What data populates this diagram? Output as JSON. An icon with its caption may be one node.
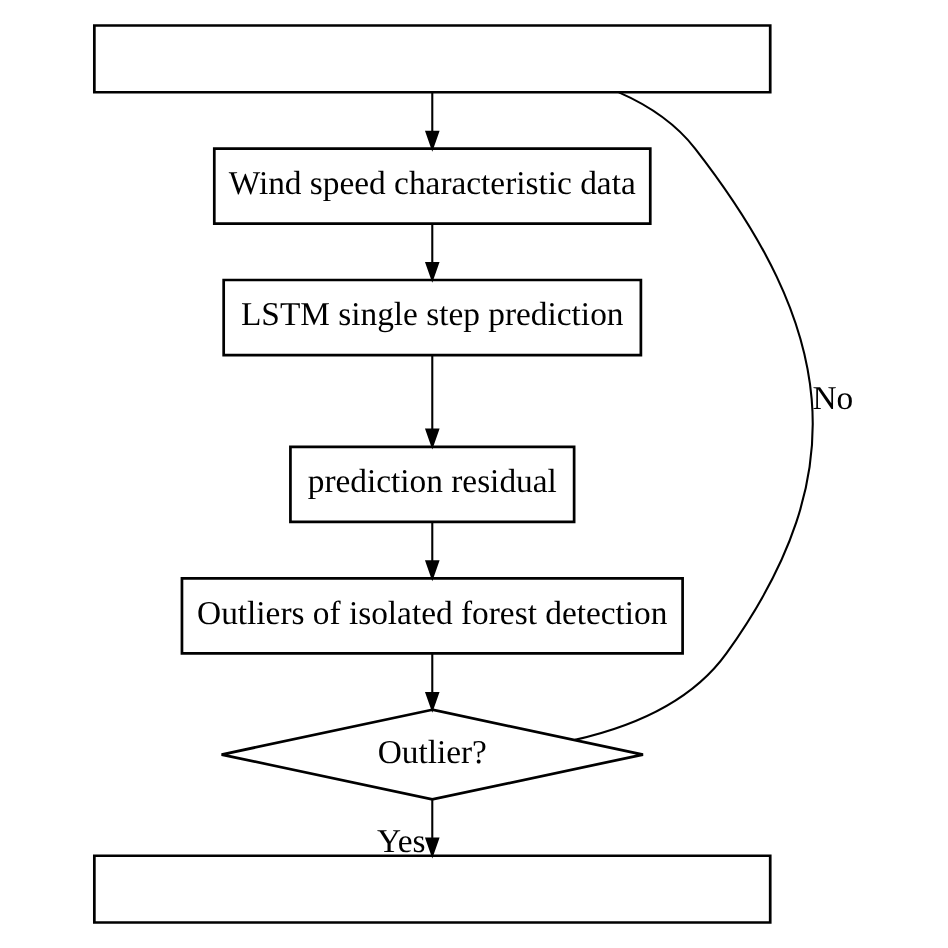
{
  "diagram": {
    "nodes": [
      {
        "text": [],
        "shape": "box"
      },
      {
        "text": [
          "Wind speed characteristic data"
        ]
      },
      {
        "text": [
          "LSTM single step prediction"
        ]
      },
      {
        "text": [
          "prediction residual"
        ]
      },
      {
        "text": [
          "Outliers of isolated forest detection"
        ]
      },
      {
        "text": [
          "Outlier?"
        ]
      },
      {
        "text": [],
        "shape": "box"
      }
    ],
    "edges": [
      {
        "from": 0,
        "to": 1,
        "arrow": "to"
      },
      {
        "from": 1,
        "to": 2,
        "arrow": "to"
      },
      {
        "from": 2,
        "to": 3,
        "arrow": "to"
      },
      {
        "from": 3,
        "to": 4,
        "arrow": "to"
      },
      {
        "from": 4,
        "to": 5,
        "arrow": "to"
      },
      {
        "from": 5,
        "to": 6,
        "arrow": "to",
        "label": "Yes"
      },
      {
        "from": 5,
        "to": 0,
        "arrow": "none",
        "label": "No"
      }
    ]
  }
}
